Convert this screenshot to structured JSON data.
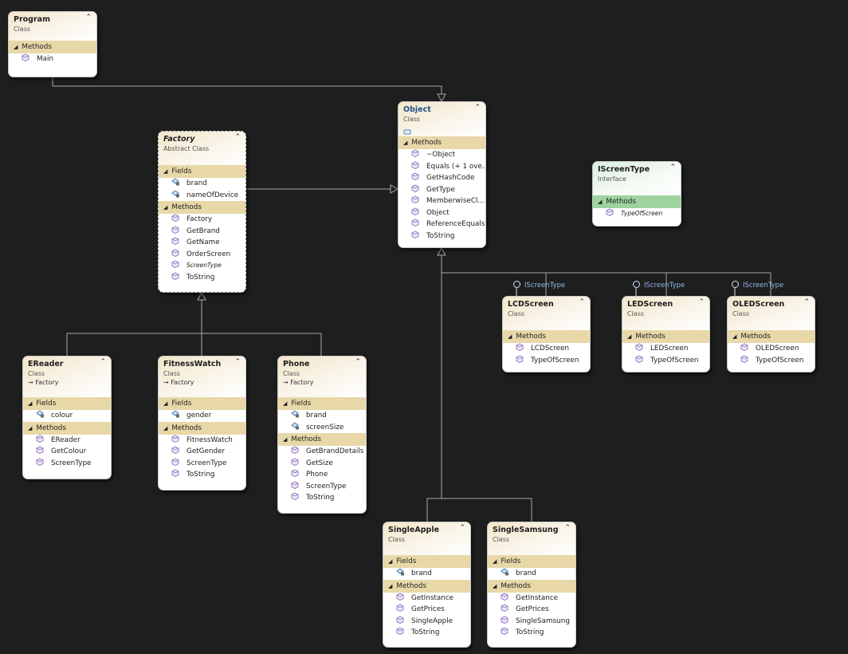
{
  "diagram": {
    "interface_label": "IScreenType",
    "boxes": {
      "program": {
        "name": "Program",
        "kind": "Class",
        "methods_label": "Methods",
        "methods": [
          "Main"
        ]
      },
      "object": {
        "name": "Object",
        "kind": "Class",
        "methods_label": "Methods",
        "methods": [
          "~Object",
          "Equals (+ 1 ove...",
          "GetHashCode",
          "GetType",
          "MemberwiseCl...",
          "Object",
          "ReferenceEquals",
          "ToString"
        ]
      },
      "factory": {
        "name": "Factory",
        "kind": "Abstract Class",
        "fields_label": "Fields",
        "methods_label": "Methods",
        "fields": [
          "brand",
          "nameOfDevice"
        ],
        "methods": [
          "Factory",
          "GetBrand",
          "GetName",
          "OrderScreen",
          "ScreenType",
          "ToString"
        ]
      },
      "iscreentype": {
        "name": "IScreenType",
        "kind": "Interface",
        "methods_label": "Methods",
        "methods": [
          "TypeOfScreen"
        ]
      },
      "lcdscreen": {
        "name": "LCDScreen",
        "kind": "Class",
        "methods_label": "Methods",
        "methods": [
          "LCDScreen",
          "TypeOfScreen"
        ]
      },
      "ledscreen": {
        "name": "LEDScreen",
        "kind": "Class",
        "methods_label": "Methods",
        "methods": [
          "LEDScreen",
          "TypeOfScreen"
        ]
      },
      "oledscreen": {
        "name": "OLEDScreen",
        "kind": "Class",
        "methods_label": "Methods",
        "methods": [
          "OLEDScreen",
          "TypeOfScreen"
        ]
      },
      "ereader": {
        "name": "EReader",
        "kind": "Class",
        "base": "Factory",
        "fields_label": "Fields",
        "methods_label": "Methods",
        "fields": [
          "colour"
        ],
        "methods": [
          "EReader",
          "GetColour",
          "ScreenType"
        ]
      },
      "fitnesswatch": {
        "name": "FitnessWatch",
        "kind": "Class",
        "base": "Factory",
        "fields_label": "Fields",
        "methods_label": "Methods",
        "fields": [
          "gender"
        ],
        "methods": [
          "FitnessWatch",
          "GetGender",
          "ScreenType",
          "ToString"
        ]
      },
      "phone": {
        "name": "Phone",
        "kind": "Class",
        "base": "Factory",
        "fields_label": "Fields",
        "methods_label": "Methods",
        "fields": [
          "brand",
          "screenSize"
        ],
        "methods": [
          "GetBrandDetails",
          "GetSize",
          "Phone",
          "ScreenType",
          "ToString"
        ]
      },
      "singleapple": {
        "name": "SingleApple",
        "kind": "Class",
        "fields_label": "Fields",
        "methods_label": "Methods",
        "fields": [
          "brand"
        ],
        "methods": [
          "GetInstance",
          "GetPrices",
          "SingleApple",
          "ToString"
        ]
      },
      "singlesamsung": {
        "name": "SingleSamsung",
        "kind": "Class",
        "fields_label": "Fields",
        "methods_label": "Methods",
        "fields": [
          "brand"
        ],
        "methods": [
          "GetInstance",
          "GetPrices",
          "SingleSamsung",
          "ToString"
        ]
      }
    }
  },
  "colors": {
    "canvas": "#1e1e1e",
    "connector": "#a8a8a8",
    "section_class": "#e8d8a8",
    "section_interface": "#9ed39e",
    "method_icon": "#8a6fb8",
    "field_icon": "#3c78b4",
    "interface_label": "#8fb8e8"
  }
}
